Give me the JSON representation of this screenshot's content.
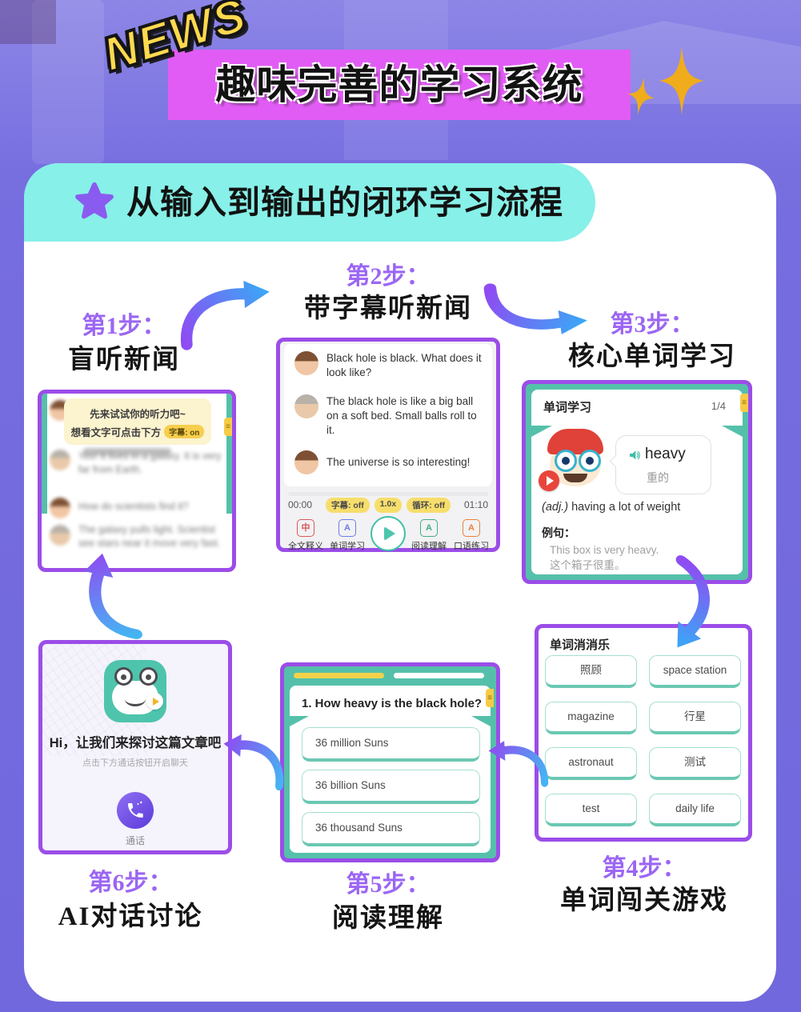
{
  "colors": {
    "background_purple": "#756CDF",
    "banner_pink": "#E15CF4",
    "banner_cyan": "#87F0E8",
    "card_border_purple": "#9B4DE8",
    "step_label_purple": "#9B66F2",
    "teal": "#55C0AA",
    "yellow": "#F6CB45",
    "news_yellow": "#FFD94E",
    "arrow_gradient": [
      "#8E4CF2",
      "#39A9F6"
    ]
  },
  "icons": {
    "hamburger_glyph": "≡"
  },
  "header": {
    "news_badge": "NEWS",
    "title": "趣味完善的学习系统"
  },
  "banner": {
    "title": "从输入到输出的闭环学习流程"
  },
  "steps": {
    "s1": {
      "label": "第1步：",
      "title": "盲听新闻"
    },
    "s2": {
      "label": "第2步：",
      "title": "带字幕听新闻"
    },
    "s3": {
      "label": "第3步：",
      "title": "核心单词学习"
    },
    "s4": {
      "label": "第4步：",
      "title": "单词闯关游戏"
    },
    "s5": {
      "label": "第5步：",
      "title": "阅读理解"
    },
    "s6": {
      "label": "第6步：",
      "title": "AI对话讨论"
    }
  },
  "card1": {
    "tooltip_line1": "先来试试你的听力吧~",
    "tooltip_line2": "想看文字可点击下方",
    "tooltip_badge": "字幕: on",
    "messages": [
      {
        "text": "Yes! It lives in a galaxy. It is very far from Earth."
      },
      {
        "text": "How do scientists find it?"
      },
      {
        "text": "The galaxy pulls light. Scientist see stars near it move very fast."
      }
    ]
  },
  "card2": {
    "messages": [
      {
        "text": "Black hole is black. What does it look like?"
      },
      {
        "text": "The black hole is like a big ball on a soft bed. Small balls roll to it."
      },
      {
        "text": "The universe is so interesting!"
      }
    ],
    "time_current": "00:00",
    "time_total": "01:10",
    "pills": [
      "字幕: off",
      "1.0x",
      "循环: off"
    ],
    "toolbar": [
      {
        "glyph": "中",
        "label": "全文释义"
      },
      {
        "glyph": "A",
        "label": "单词学习"
      },
      {
        "glyph": "A",
        "label": "阅读理解"
      },
      {
        "glyph": "A",
        "label": "口语练习"
      }
    ]
  },
  "card3": {
    "header": "单词学习",
    "page": "1/4",
    "word": "heavy",
    "word_cn": "重的",
    "pos": "(adj.)",
    "definition": " having a lot of weight",
    "example_label": "例句：",
    "example_en": "This box is very heavy.",
    "example_cn": "这个箱子很重。"
  },
  "card4": {
    "title": "单词消消乐",
    "words": [
      "照顾",
      "space station",
      "magazine",
      "行星",
      "astronaut",
      "测试",
      "test",
      "daily life"
    ]
  },
  "card5": {
    "question": "1. How heavy is the black hole?",
    "options": [
      "36 million Suns",
      "36 billion Suns",
      "36 thousand Suns"
    ]
  },
  "card6": {
    "greeting": "Hi，让我们来探讨这篇文章吧",
    "hint": "点击下方通话按钮开启聊天",
    "call_label": "通话"
  }
}
